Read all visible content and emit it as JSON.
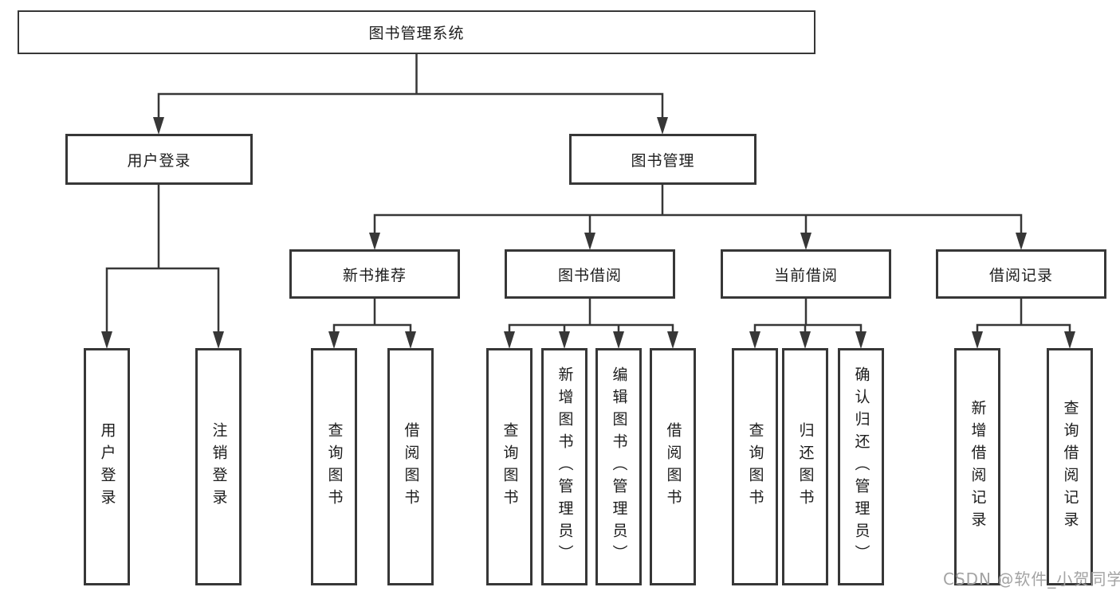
{
  "colors": {
    "line": "#373737",
    "text": "#1c1c1c",
    "watermark": "#a3a3a3",
    "bg": "#ffffff"
  },
  "watermark": {
    "text": "CSDN @软件_小贺同学"
  },
  "tree": {
    "root": {
      "label": "图书管理系统"
    },
    "children": [
      {
        "label": "用户登录",
        "children": [
          {
            "label": "用户登录"
          },
          {
            "label": "注销登录"
          }
        ]
      },
      {
        "label": "图书管理",
        "children": [
          {
            "label": "新书推荐",
            "children": [
              {
                "label": "查询图书"
              },
              {
                "label": "借阅图书"
              }
            ]
          },
          {
            "label": "图书借阅",
            "children": [
              {
                "label": "查询图书"
              },
              {
                "label": "新增图书（管理员）"
              },
              {
                "label": "编辑图书（管理员）"
              },
              {
                "label": "借阅图书"
              }
            ]
          },
          {
            "label": "当前借阅",
            "children": [
              {
                "label": "查询图书"
              },
              {
                "label": "归还图书"
              },
              {
                "label": "确认归还（管理员）"
              }
            ]
          },
          {
            "label": "借阅记录",
            "children": [
              {
                "label": "新增借阅记录"
              },
              {
                "label": "查询借阅记录"
              }
            ]
          }
        ]
      }
    ]
  }
}
